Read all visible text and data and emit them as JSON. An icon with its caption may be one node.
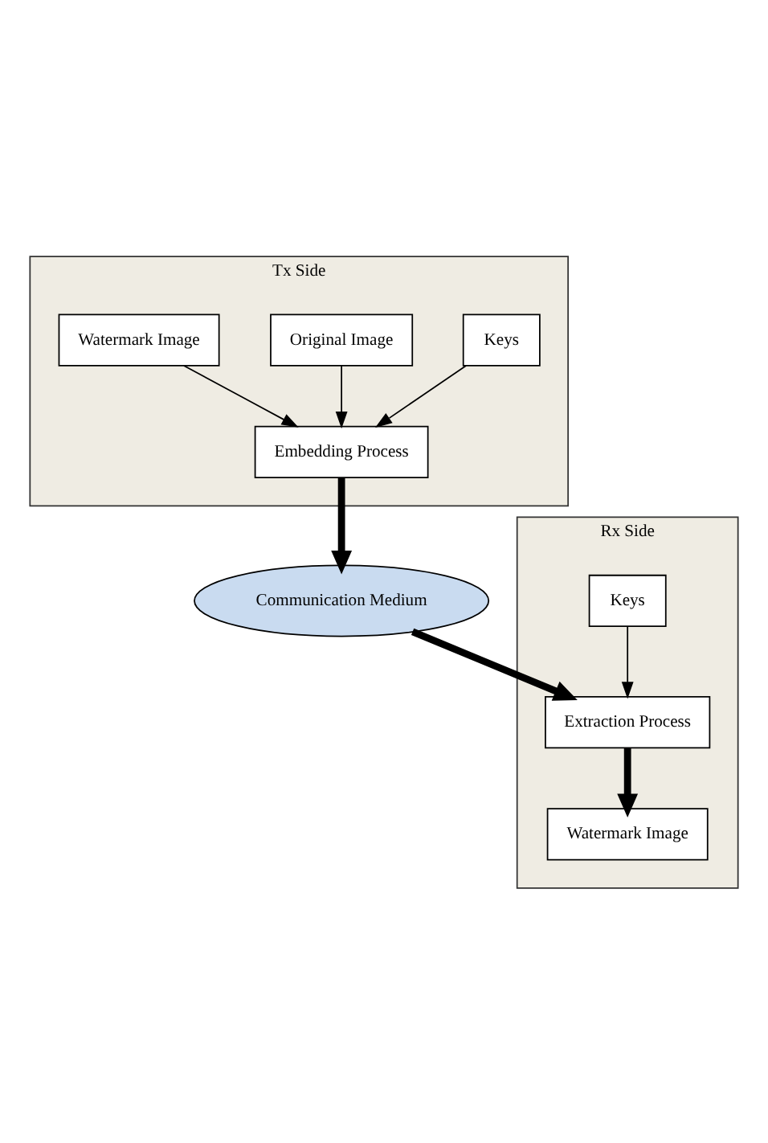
{
  "diagram": {
    "nodes": [
      {
        "text": [
          "Tx Side"
        ]
      },
      {
        "text": [
          "Keys"
        ],
        "in": 0
      },
      {
        "text": [
          "Original Image"
        ],
        "in": 0
      },
      {
        "text": [
          "Watermark Image"
        ],
        "in": 0
      },
      {
        "text": [
          "Embedding Process"
        ],
        "in": 0
      },
      {
        "text": [
          "Communication Medium"
        ]
      },
      {
        "text": [
          "Rx Side"
        ]
      },
      {
        "text": [
          "Keys"
        ],
        "in": 6
      },
      {
        "text": [
          "Extraction Process"
        ],
        "in": 6
      },
      {
        "text": [
          "Watermark Image"
        ],
        "in": 6
      }
    ],
    "edges": [
      {
        "from": 1,
        "to": 4,
        "arrow": "to"
      },
      {
        "from": 2,
        "to": 4,
        "arrow": "to"
      },
      {
        "from": 3,
        "to": 4,
        "arrow": "to"
      },
      {
        "from": 4,
        "to": 5,
        "arrow": "to",
        "style": "thick"
      },
      {
        "from": 5,
        "to": 8,
        "arrow": "to",
        "style": "thick"
      },
      {
        "from": 7,
        "to": 8,
        "arrow": "to"
      },
      {
        "from": 8,
        "to": 9,
        "arrow": "to",
        "style": "thick"
      }
    ]
  }
}
